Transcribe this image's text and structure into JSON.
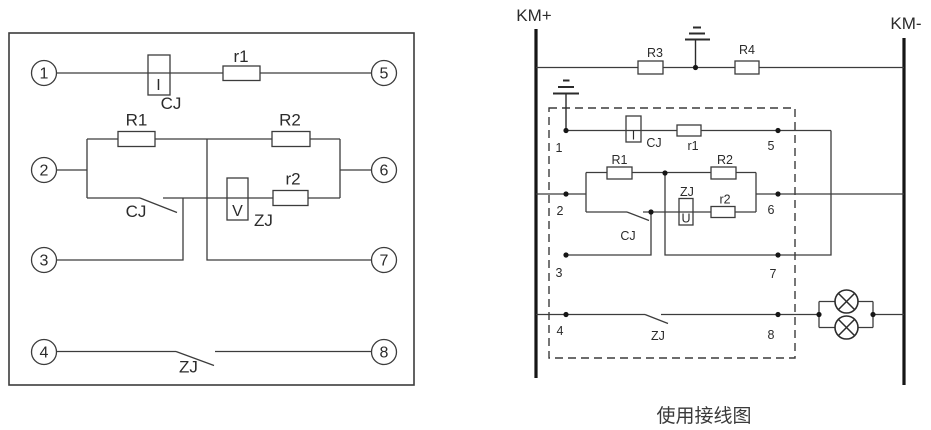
{
  "caption": "使用接线图",
  "colors": {
    "line": "#3c3c3c",
    "bus": "#161616",
    "text": "#2b2b2b",
    "background": "#ffffff"
  },
  "internal_diagram": {
    "terminals": [
      "1",
      "2",
      "3",
      "4",
      "5",
      "6",
      "7",
      "8"
    ],
    "current_coil_letter": "I",
    "current_coil_label": "CJ",
    "r1_label": "r1",
    "R1_label": "R1",
    "R2_label": "R2",
    "r2_label": "r2",
    "voltage_coil_letter": "V",
    "voltage_coil_label": "ZJ",
    "cj_contact_label": "CJ",
    "zj_contact_label": "ZJ"
  },
  "wiring_diagram": {
    "positive_bus_label": "KM+",
    "negative_bus_label": "KM-",
    "R3_label": "R3",
    "R4_label": "R4",
    "terminals": [
      "1",
      "2",
      "3",
      "4",
      "5",
      "6",
      "7",
      "8"
    ],
    "current_coil_letter": "I",
    "current_coil_label": "CJ",
    "r1_label": "r1",
    "R1_label": "R1",
    "R2_label": "R2",
    "zj_coil_label": "ZJ",
    "voltage_coil_letter": "U",
    "r2_label": "r2",
    "cj_contact_label": "CJ",
    "zj_contact_label": "ZJ",
    "symbols": [
      "earth-ground",
      "earth-ground",
      "indicator-lamp",
      "indicator-lamp"
    ]
  }
}
